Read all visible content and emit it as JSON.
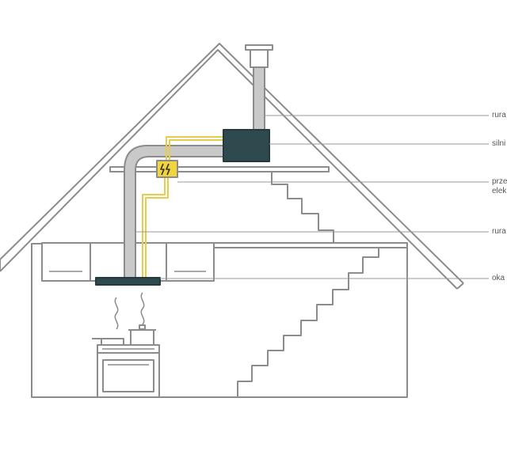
{
  "labels": {
    "pipe_top": "rura",
    "motor": "silni",
    "wire_line1": "prze",
    "wire_line2": "elek",
    "pipe_mid": "rura",
    "hood": "oka"
  },
  "colors": {
    "outline": "#8c8c8c",
    "pipe_fill": "#c9c9c9",
    "motor_fill": "#2f4a4f",
    "wire": "#e6cc4a",
    "junction_fill": "#f2d43d",
    "leader": "#9a9a9a"
  },
  "icons": {
    "junction": "lightning-icon",
    "steam": "steam-icon"
  }
}
